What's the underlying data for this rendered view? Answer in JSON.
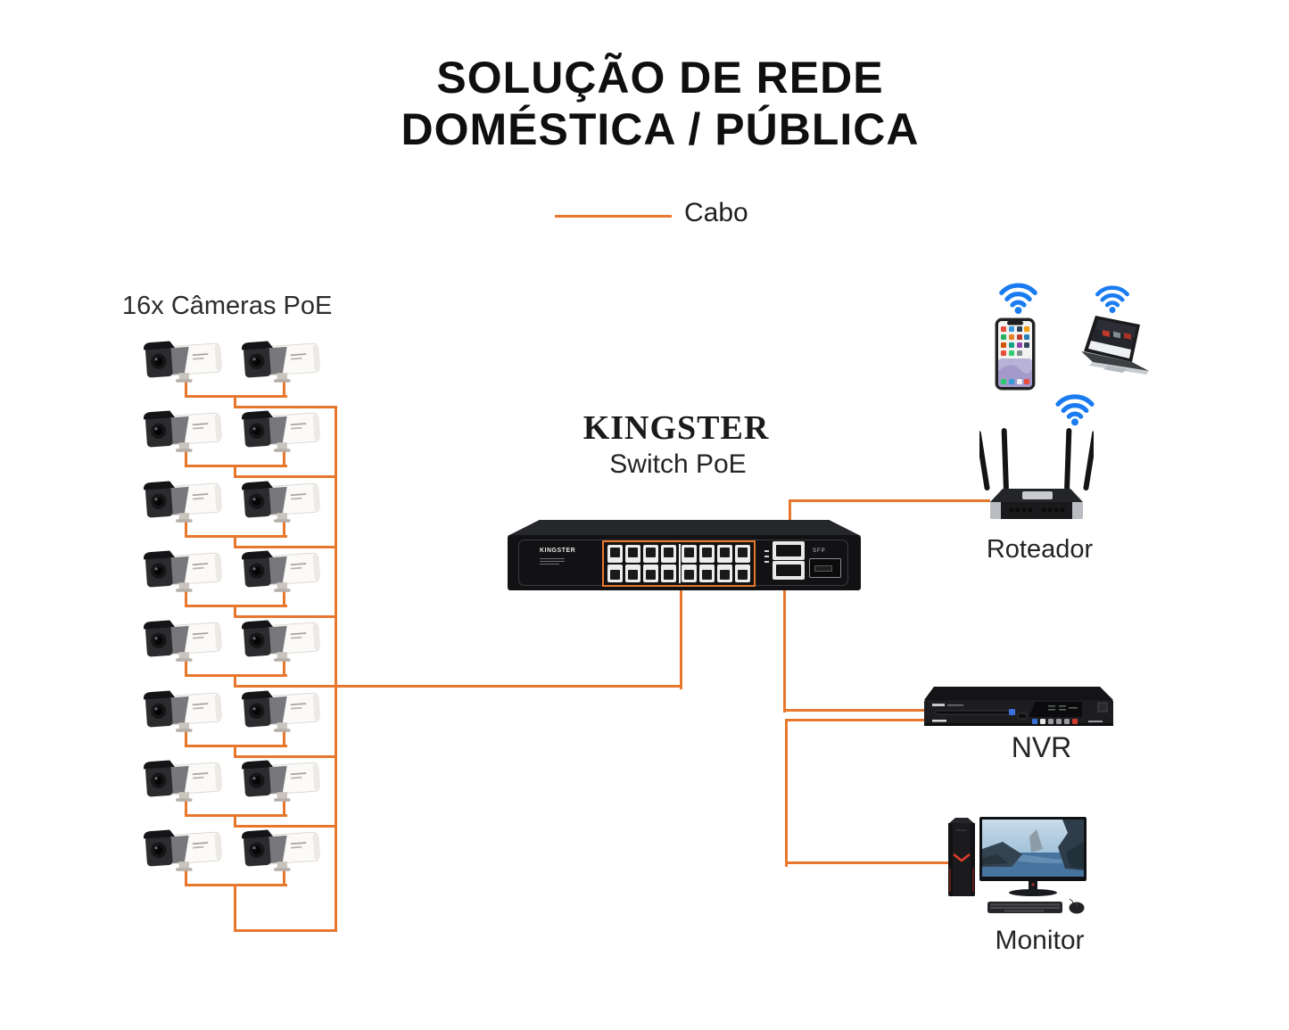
{
  "title": {
    "line1": "SOLUÇÃO DE REDE",
    "line2": "DOMÉSTICA / PÚBLICA"
  },
  "legend": {
    "cable_label": "Cabo"
  },
  "cameras": {
    "label": "16x Câmeras PoE",
    "count": 16,
    "rows": 8,
    "columns": 2
  },
  "poe_switch": {
    "brand": "KINGSTER",
    "subtitle": "Switch PoE",
    "panel_brand": "KINGSTER",
    "port_count": 16,
    "uplink_count": 2,
    "sfp_label": "SFP"
  },
  "router": {
    "label": "Roteador"
  },
  "nvr": {
    "label": "NVR"
  },
  "monitor": {
    "label": "Monitor"
  },
  "colors": {
    "cable": "#e8772e",
    "wifi": "#1a7cf0",
    "title_text": "#0f0f10",
    "label_text": "#242424"
  }
}
